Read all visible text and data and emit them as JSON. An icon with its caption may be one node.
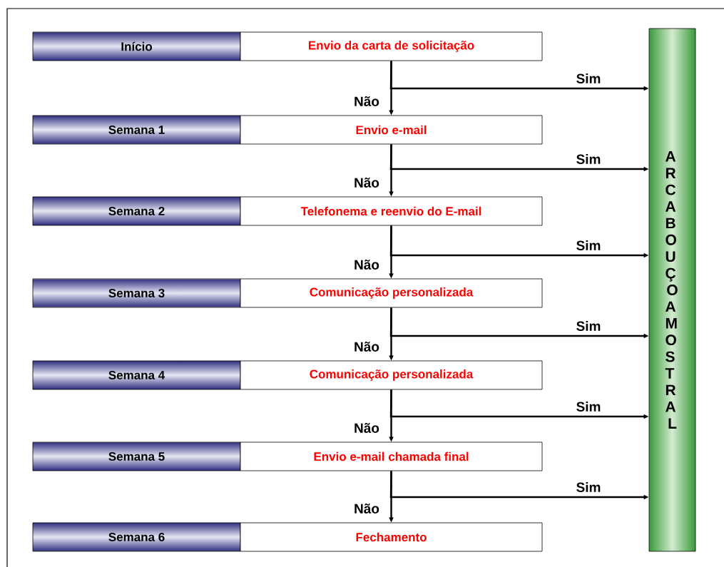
{
  "diagram": {
    "nodes": [
      {
        "text": [
          "Início"
        ]
      },
      {
        "text": [
          "Envio da carta de solicitação"
        ]
      },
      {
        "text": [
          "Semana 1"
        ]
      },
      {
        "text": [
          "Envio e-mail"
        ]
      },
      {
        "text": [
          "Semana 2"
        ]
      },
      {
        "text": [
          "Telefonema e reenvio do E-mail"
        ]
      },
      {
        "text": [
          "Semana 3"
        ]
      },
      {
        "text": [
          "Comunicação personalizada"
        ]
      },
      {
        "text": [
          "Semana 4"
        ]
      },
      {
        "text": [
          "Comunicação personalizada"
        ]
      },
      {
        "text": [
          "Semana 5"
        ]
      },
      {
        "text": [
          "Envio e-mail chamada final"
        ]
      },
      {
        "text": [
          "Semana 6"
        ]
      },
      {
        "text": [
          "Fechamento"
        ]
      },
      {
        "text": [
          "ARCABOUÇO AMOSTRAL"
        ]
      }
    ],
    "edges": [
      {
        "from": 1,
        "to": 3,
        "arrow": "to",
        "label": "Não"
      },
      {
        "from": 1,
        "to": 14,
        "arrow": "to",
        "label": "Sim"
      },
      {
        "from": 3,
        "to": 5,
        "arrow": "to",
        "label": "Não"
      },
      {
        "from": 3,
        "to": 14,
        "arrow": "to",
        "label": "Sim"
      },
      {
        "from": 5,
        "to": 7,
        "arrow": "to",
        "label": "Não"
      },
      {
        "from": 5,
        "to": 14,
        "arrow": "to",
        "label": "Sim"
      },
      {
        "from": 7,
        "to": 9,
        "arrow": "to",
        "label": "Não"
      },
      {
        "from": 7,
        "to": 14,
        "arrow": "to",
        "label": "Sim"
      },
      {
        "from": 9,
        "to": 11,
        "arrow": "to",
        "label": "Não"
      },
      {
        "from": 9,
        "to": 14,
        "arrow": "to",
        "label": "Sim"
      },
      {
        "from": 11,
        "to": 13,
        "arrow": "to",
        "label": "Não"
      },
      {
        "from": 11,
        "to": 14,
        "arrow": "to",
        "label": "Sim"
      }
    ]
  }
}
